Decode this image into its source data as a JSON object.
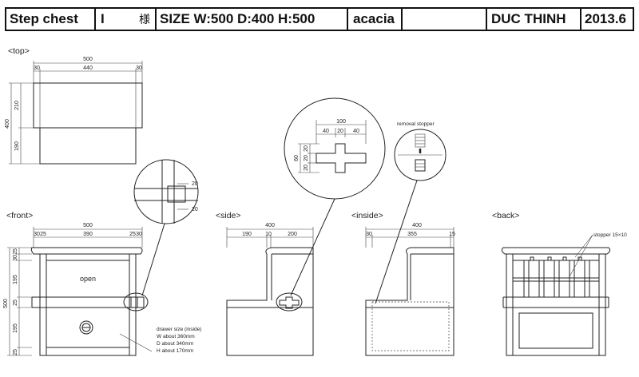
{
  "title_block": {
    "product": "Step chest",
    "variant": "I",
    "honorific": "様",
    "size": "SIZE W:500 D:400 H:500",
    "material": "acacia",
    "maker": "DUC THINH",
    "date": "2013.6"
  },
  "views": {
    "top": "<top>",
    "front": "<front>",
    "side": "<side>",
    "inside": "<inside>",
    "back": "<back>"
  },
  "dims": {
    "top": {
      "width": "500",
      "a": "30",
      "b": "440",
      "c": "30",
      "depth": "400",
      "d1": "210",
      "d2": "190"
    },
    "detail_big": {
      "total": "100",
      "a": "40",
      "b": "20",
      "c": "40",
      "height": "60",
      "h1": "20",
      "h2": "20",
      "h3": "20"
    },
    "detail_small": {
      "a": "20",
      "b": "20"
    },
    "front": {
      "width": "500",
      "a": "30",
      "b": "25",
      "c": "390",
      "d": "25",
      "e": "30",
      "height": "500",
      "h1": "25",
      "h2": "30",
      "h3": "195",
      "h4": "25",
      "h5": "195",
      "h6": "25"
    },
    "side": {
      "width": "400",
      "a": "190",
      "b": "10",
      "c": "200"
    },
    "inside": {
      "width": "400",
      "a": "30",
      "b": "355",
      "c": "15"
    }
  },
  "labels": {
    "open": "open",
    "removal_stopper": "removal stopper",
    "stopper": "stopper 15×10",
    "drawer_title": "drawer size (inside)",
    "drawer_w": "W about 360mm",
    "drawer_d": "D about  340mm",
    "drawer_h": "H about  170mm"
  }
}
